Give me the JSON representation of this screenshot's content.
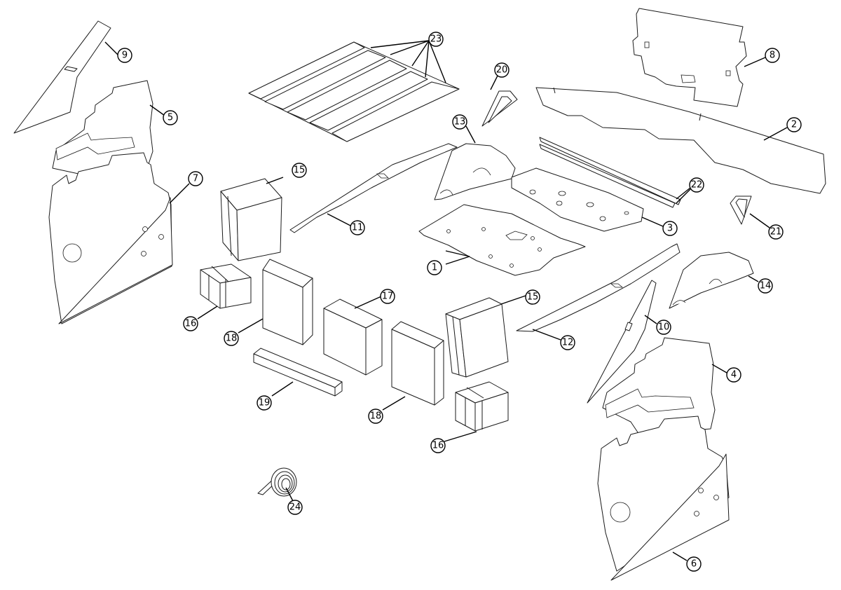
{
  "diagram": {
    "colors": {
      "line": "#1a1a1a",
      "background": "#ffffff"
    },
    "callouts": {
      "c1": "1",
      "c2": "2",
      "c3": "3",
      "c4": "4",
      "c5": "5",
      "c6": "6",
      "c7": "7",
      "c8": "8",
      "c9": "9",
      "c10": "10",
      "c11": "11",
      "c12": "12",
      "c13": "13",
      "c14": "14",
      "c15a": "15",
      "c15b": "15",
      "c16a": "16",
      "c16b": "16",
      "c17": "17",
      "c18a": "18",
      "c18b": "18",
      "c19": "19",
      "c20": "20",
      "c21": "21",
      "c22": "22",
      "c23": "23",
      "c24": "24"
    }
  }
}
